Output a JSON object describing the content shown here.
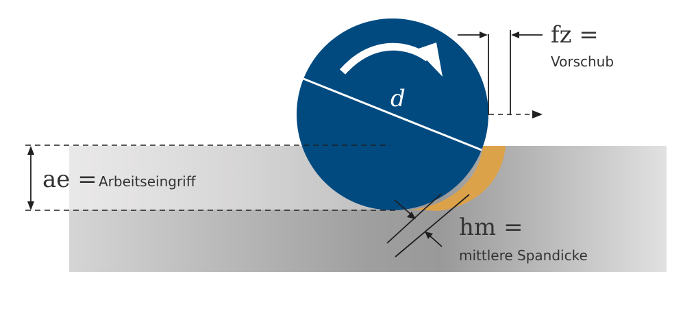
{
  "labels": {
    "diameter": "d",
    "feed_symbol": "fz =",
    "feed_text": "Vorschub",
    "ae_symbol": "ae =",
    "ae_text": "Arbeitseingriff",
    "hm_symbol": "hm =",
    "hm_text": "mittlere Spandicke"
  },
  "colors": {
    "cutter": "#004a80",
    "chip": "#dca24a",
    "workpiece_light": "#d7d6d6",
    "workpiece_dark": "#9b9a9a",
    "engagement_band": "#ebeaea",
    "line": "#1f1f1f",
    "text": "#333333",
    "white": "#ffffff"
  },
  "icons": {
    "rotation": "curved-arrow-clockwise-icon",
    "feed": "dashed-arrow-right-icon"
  }
}
